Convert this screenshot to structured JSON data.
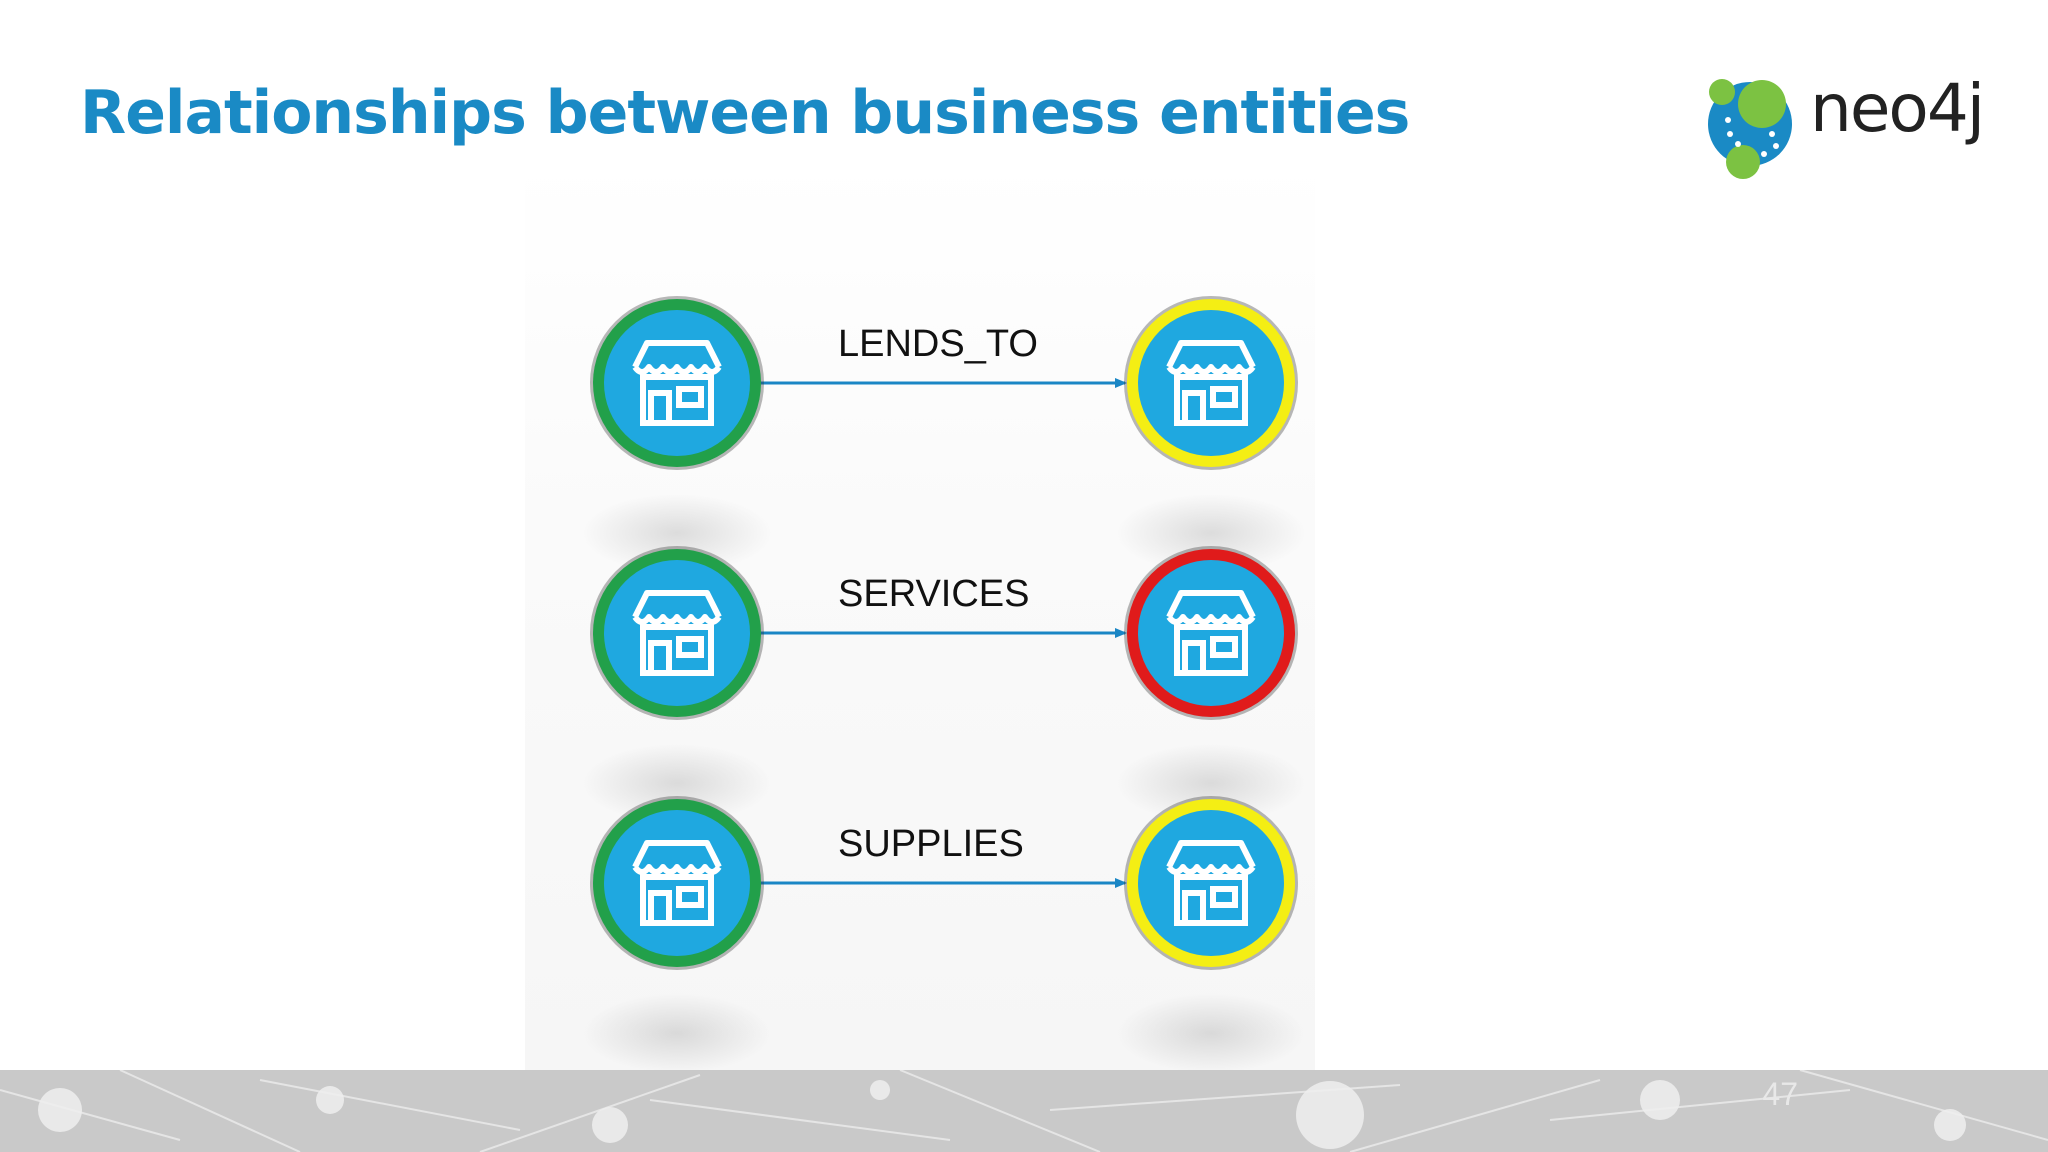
{
  "slide": {
    "title": "Relationships between business entities",
    "page_number": "47"
  },
  "logo": {
    "text": "neo4j",
    "icon": "neo4j-graph-logo-icon"
  },
  "colors": {
    "title": "#1a8ac5",
    "node_fill": "#1fa8e0",
    "source_ring": "#22a04a",
    "yellow_ring": "#f4ee14",
    "red_ring": "#e01b1b",
    "edge": "#1a86c5",
    "footer": "#c9c9c9"
  },
  "relationships": [
    {
      "label": "LENDS_TO",
      "source_ring": "green",
      "target_ring": "yellow"
    },
    {
      "label": "SERVICES",
      "source_ring": "green",
      "target_ring": "red"
    },
    {
      "label": "SUPPLIES",
      "source_ring": "green",
      "target_ring": "yellow"
    }
  ],
  "node_icon": "storefront-icon"
}
